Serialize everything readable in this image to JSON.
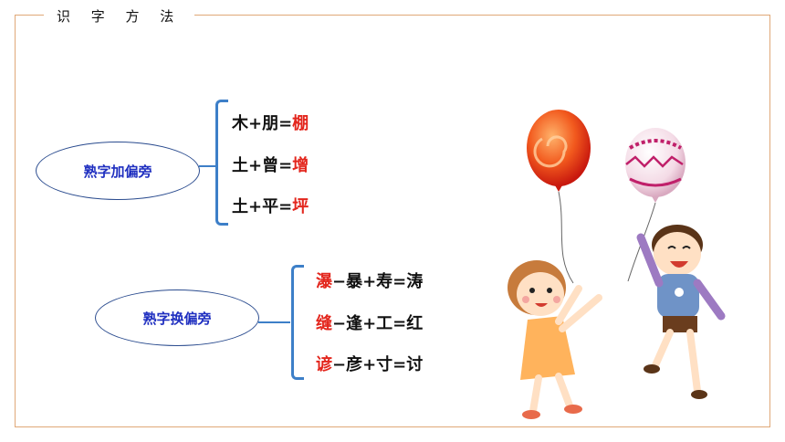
{
  "header": {
    "title": "识 字 方 法"
  },
  "sections": [
    {
      "label": "熟字加偏旁",
      "formulas": [
        {
          "expression": "木+朋=",
          "result": "棚"
        },
        {
          "expression": "土+曾=",
          "result": "增"
        },
        {
          "expression": "土+平=",
          "result": "坪"
        }
      ]
    },
    {
      "label": "熟字换偏旁",
      "formulas": [
        {
          "start": "瀑",
          "expression": "−暴+寿=涛"
        },
        {
          "start": "缝",
          "expression": "−逢+工=红"
        },
        {
          "start": "谚",
          "expression": "−彦+寸=讨"
        }
      ]
    }
  ],
  "colors": {
    "accent_red": "#e3261d",
    "label_blue": "#1f2fc0",
    "brace_blue": "#3d7fc8",
    "frame_orange": "#e0a878"
  },
  "icons": [
    "red-balloon-icon",
    "pink-balloon-icon",
    "girl-icon",
    "boy-icon"
  ]
}
